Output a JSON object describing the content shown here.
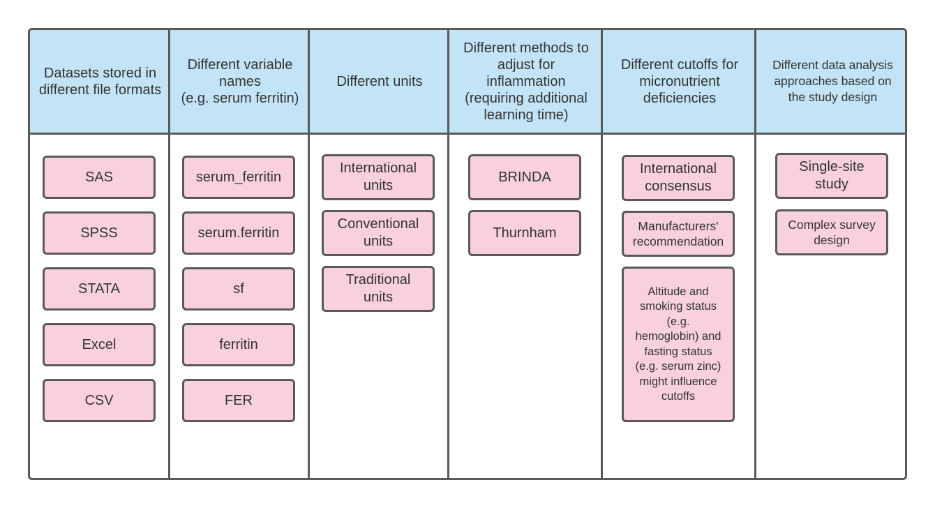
{
  "columns": [
    {
      "header": "Datasets stored in\ndifferent file formats",
      "cards": [
        "SAS",
        "SPSS",
        "STATA",
        "Excel",
        "CSV"
      ]
    },
    {
      "header": "Different variable\nnames\n(e.g. serum ferritin)",
      "cards": [
        "serum_ferritin",
        "serum.ferritin",
        "sf",
        "ferritin",
        "FER"
      ]
    },
    {
      "header": "Different units",
      "cards": [
        "International\nunits",
        "Conventional\nunits",
        "Traditional\nunits"
      ]
    },
    {
      "header": "Different methods to\nadjust for\ninflammation\n(requiring additional\nlearning time)",
      "cards": [
        "BRINDA",
        "Thurnham"
      ]
    },
    {
      "header": "Different cutoffs for\nmicronutrient\ndeficiencies",
      "cards": [
        "International\nconsensus",
        "Manufacturers'\nrecommendation",
        "Altitude and\nsmoking status\n(e.g.\nhemoglobin) and\nfasting status\n(e.g. serum zinc)\nmight influence\ncutoffs"
      ]
    },
    {
      "header": "Different data analysis\napproaches based on\nthe study design",
      "cards": [
        "Single-site\nstudy",
        "Complex survey\ndesign"
      ]
    }
  ]
}
